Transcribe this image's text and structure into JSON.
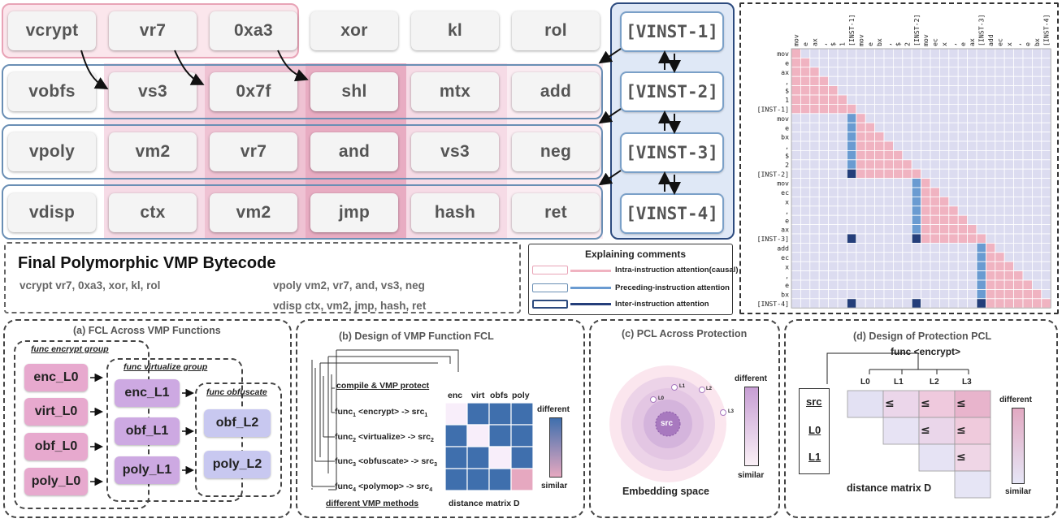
{
  "top": {
    "tokens": [
      [
        "vcrypt",
        "vr7",
        "0xa3",
        "xor",
        "kl",
        "rol"
      ],
      [
        "vobfs",
        "vs3",
        "0x7f",
        "shl",
        "mtx",
        "add"
      ],
      [
        "vpoly",
        "vm2",
        "vr7",
        "and",
        "vs3",
        "neg"
      ],
      [
        "vdisp",
        "ctx",
        "vm2",
        "jmp",
        "hash",
        "ret"
      ]
    ],
    "vinst": [
      "[VINST-1]",
      "[VINST-2]",
      "[VINST-3]",
      "[VINST-4]"
    ]
  },
  "final": {
    "title": "Final Polymorphic VMP Bytecode",
    "line1": "vcrypt vr7, 0xa3, xor, kl, rol",
    "line2": "vpoly vm2, vr7, and, vs3, neg",
    "line3": "vdisp ctx, vm2, jmp, hash, ret"
  },
  "legend": {
    "title": "Explaining comments",
    "intra": "Intra-instruction attention(causal)",
    "preceding": "Preceding-instruction attention",
    "inter": "Inter-instruction attention"
  },
  "heatmap": {
    "labels": [
      "mov",
      "e",
      "ax",
      ",",
      "$",
      "1",
      "[INST-1]",
      "mov",
      "e",
      "bx",
      ",",
      "$",
      "2",
      "[INST-2]",
      "mov",
      "ec",
      "x",
      ",",
      "e",
      "ax",
      "[INST-3]",
      "add",
      "ec",
      "x",
      ",",
      "e",
      "bx",
      "[INST-4]"
    ],
    "colors": {
      "bg": "#dcdcf0",
      "intra": "#f0b3c1",
      "preceding": "#6a9bd1",
      "inter": "#243e7a"
    }
  },
  "panelA": {
    "title": "(a) FCL Across VMP Functions",
    "g1": "func encrypt group",
    "g2": "func virtualize group",
    "g3": "func obfuscate",
    "col1": [
      "enc_L0",
      "virt_L0",
      "obf_L0",
      "poly_L0"
    ],
    "col2": [
      "enc_L1",
      "obf_L1",
      "poly_L1"
    ],
    "col3": [
      "obf_L2",
      "poly_L2"
    ]
  },
  "panelB": {
    "title": "(b) Design of VMP Function FCL",
    "compile": "compile & VMP protect",
    "funcs": [
      [
        "func",
        "1",
        " <encrypt> -> src",
        "1"
      ],
      [
        "func",
        "2",
        " <virtualize> -> src",
        "2"
      ],
      [
        "func",
        "3",
        " <obfuscate> -> src",
        "3"
      ],
      [
        "func",
        "4",
        " <polymop> -> src",
        "4"
      ]
    ],
    "cols": [
      "enc",
      "virt",
      "obfs",
      "poly"
    ],
    "methods": "different VMP methods",
    "dm": "distance matrix D",
    "different": "different",
    "similar": "similar",
    "colors": {
      "cell": "#3f6fad",
      "diag": "#f8eefa",
      "corner": "#e6a8c0"
    }
  },
  "panelC": {
    "title": "(c) PCL Across Protection",
    "src": "src",
    "points": [
      "L0",
      "L1",
      "L2",
      "L3"
    ],
    "embedding": "Embedding space",
    "different": "different",
    "similar": "similar"
  },
  "panelD": {
    "title": "(d) Design of Protection PCL",
    "func": "func <encrypt>",
    "cols": [
      "L0",
      "L1",
      "L2",
      "L3"
    ],
    "rows": [
      "src",
      "L0",
      "L1"
    ],
    "le": "≤",
    "dm": "distance matrix D",
    "different": "different",
    "similar": "similar"
  }
}
